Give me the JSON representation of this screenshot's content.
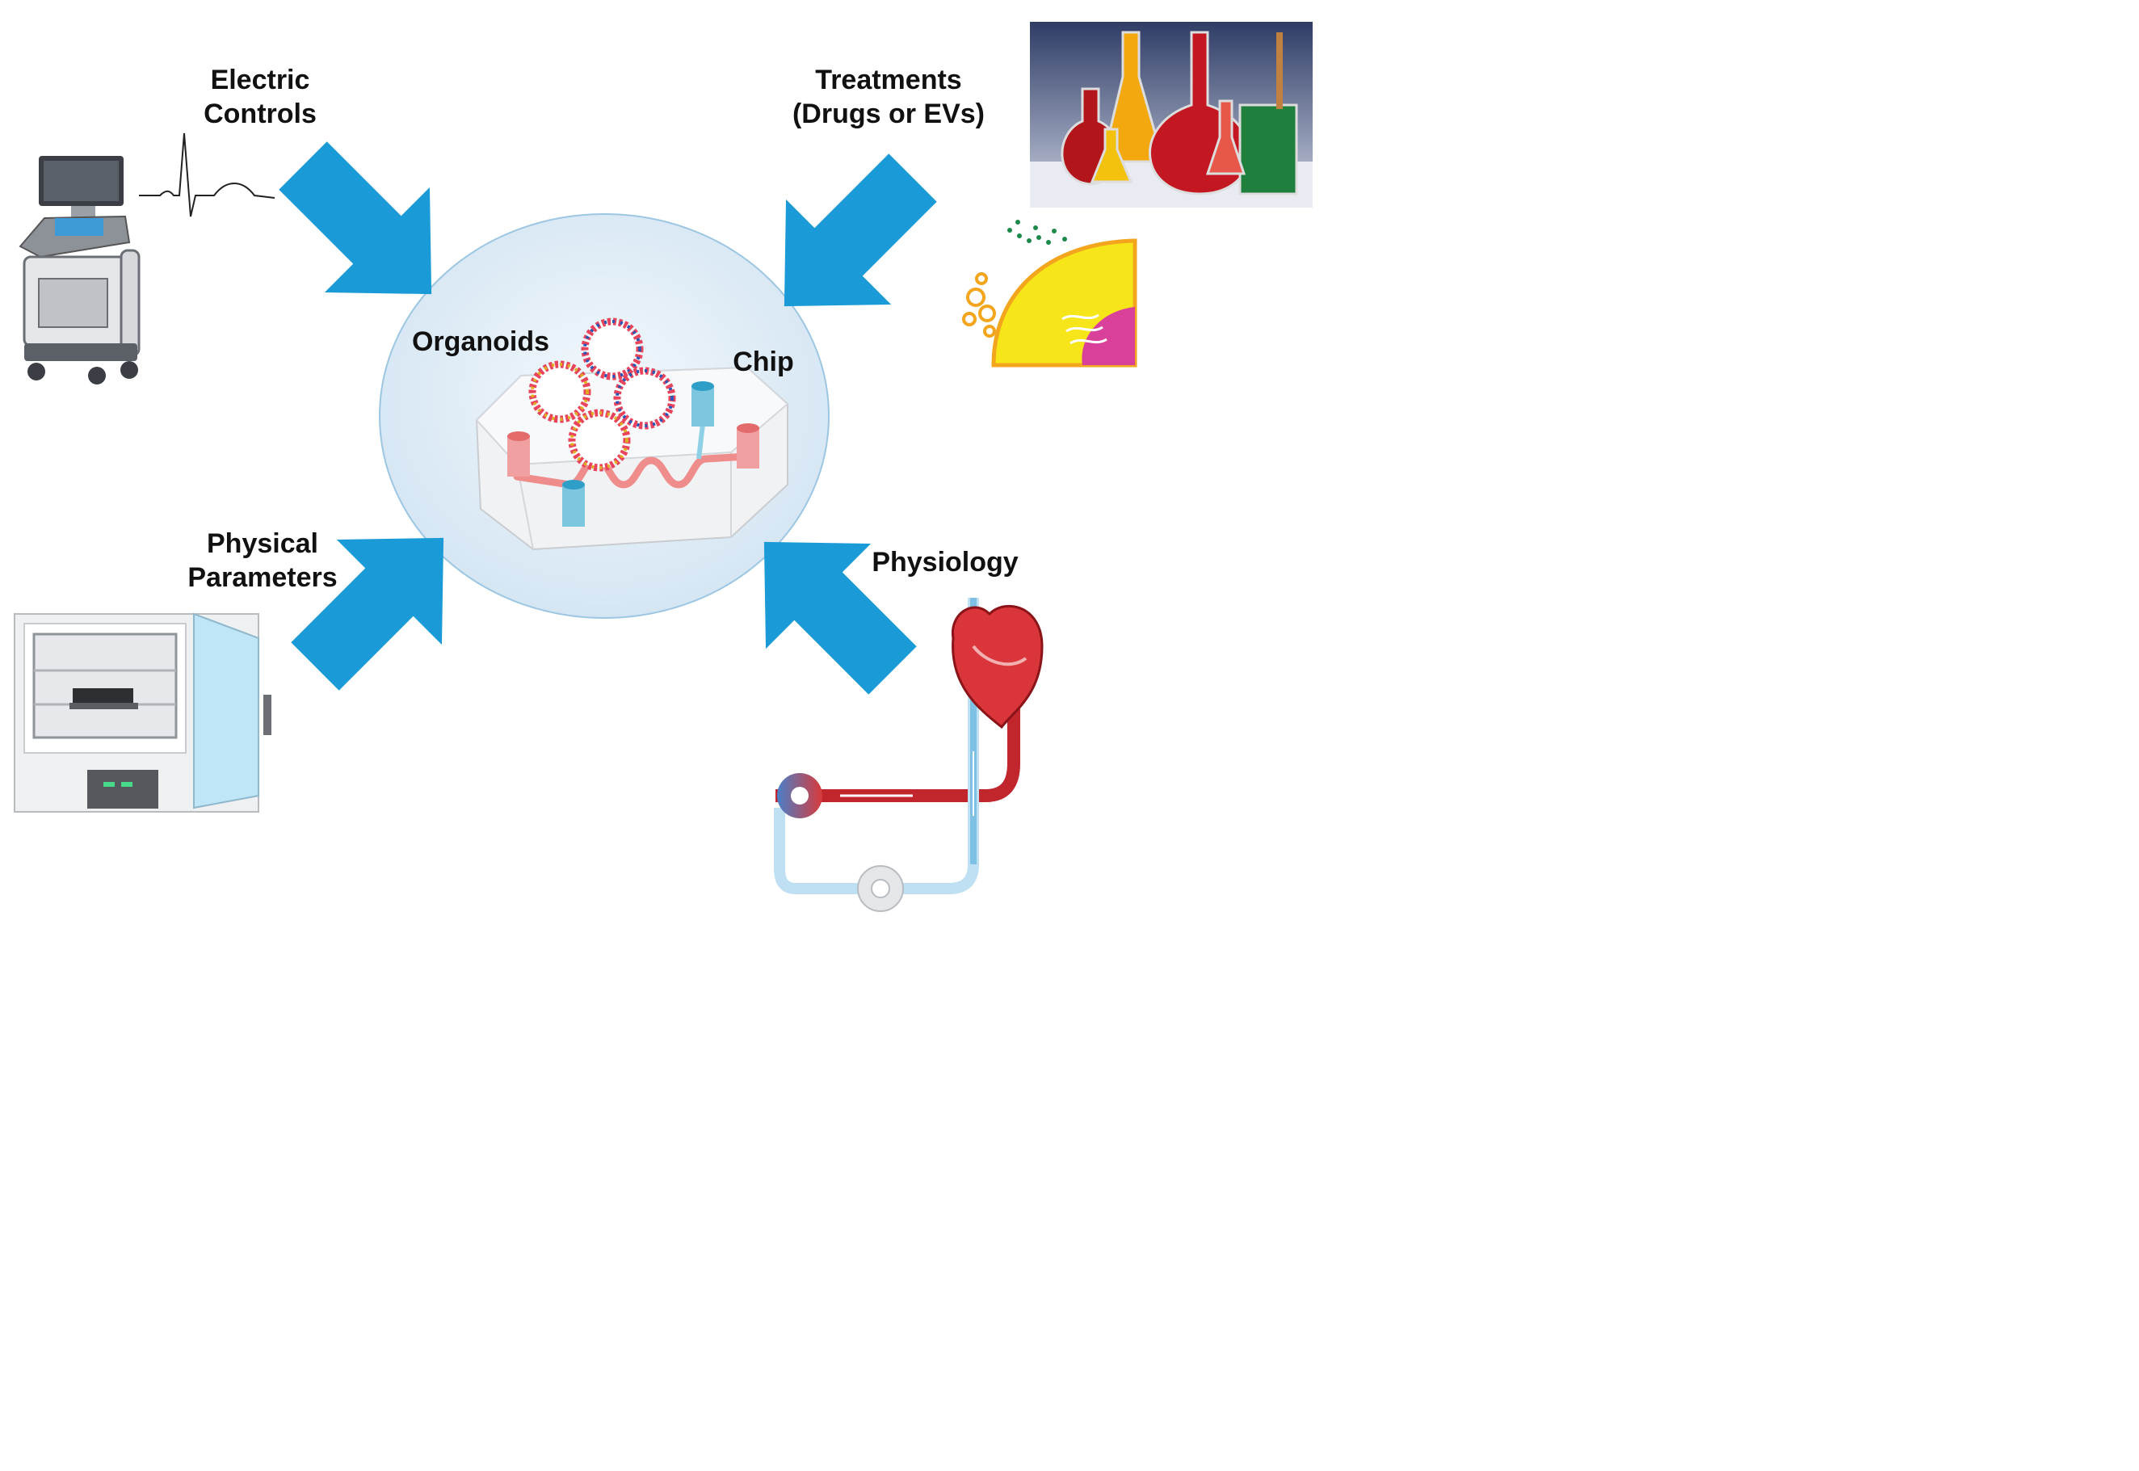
{
  "labels": {
    "electric": [
      "Electric",
      "Controls"
    ],
    "treatments": [
      "Treatments",
      "(Drugs or EVs)"
    ],
    "physical": [
      "Physical",
      "Parameters"
    ],
    "physiology": "Physiology",
    "organoids": "Organoids",
    "chip": "Chip"
  },
  "colors": {
    "arrow": "#1a9ad6",
    "circle_fill": "#dbeaf5",
    "circle_stroke": "#9cc6e2",
    "red_channel": "#e8797a",
    "blue_port": "#5cb8d6",
    "cell_yellow": "#f6e619",
    "nucleus": "#d8409a",
    "heart_red": "#c0262c",
    "vein_blue": "#7fc1e4"
  },
  "icons": [
    "ultrasound-machine-icon",
    "ecg-waveform-icon",
    "lab-flasks-icon",
    "cell-vesicle-icon",
    "incubator-icon",
    "heart-circulation-icon",
    "microfluidic-chip-icon",
    "organoid-icon"
  ]
}
